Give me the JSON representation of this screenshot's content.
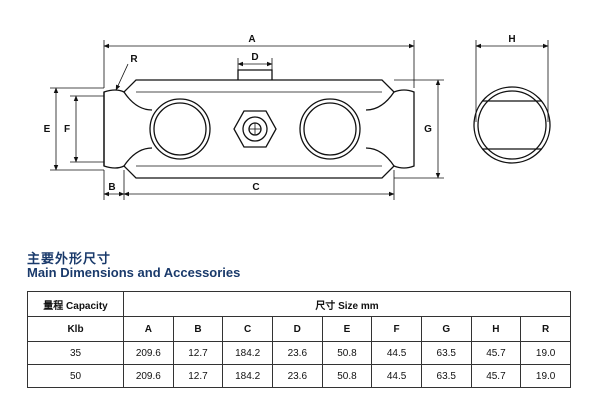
{
  "drawing": {
    "dimension_labels": {
      "A": "A",
      "B": "B",
      "C": "C",
      "D": "D",
      "E": "E",
      "F": "F",
      "G": "G",
      "H": "H",
      "R": "R"
    }
  },
  "section": {
    "title_cn": "主要外形尺寸",
    "title_en": "Main Dimensions and Accessories"
  },
  "table": {
    "capacity_header": "量程 Capacity",
    "size_header": "尺寸 Size mm",
    "unit_label": "Klb",
    "columns": [
      "A",
      "B",
      "C",
      "D",
      "E",
      "F",
      "G",
      "H",
      "R"
    ],
    "rows": [
      {
        "capacity": "35",
        "values": [
          "209.6",
          "12.7",
          "184.2",
          "23.6",
          "50.8",
          "44.5",
          "63.5",
          "45.7",
          "19.0"
        ]
      },
      {
        "capacity": "50",
        "values": [
          "209.6",
          "12.7",
          "184.2",
          "23.6",
          "50.8",
          "44.5",
          "63.5",
          "45.7",
          "19.0"
        ]
      }
    ]
  }
}
